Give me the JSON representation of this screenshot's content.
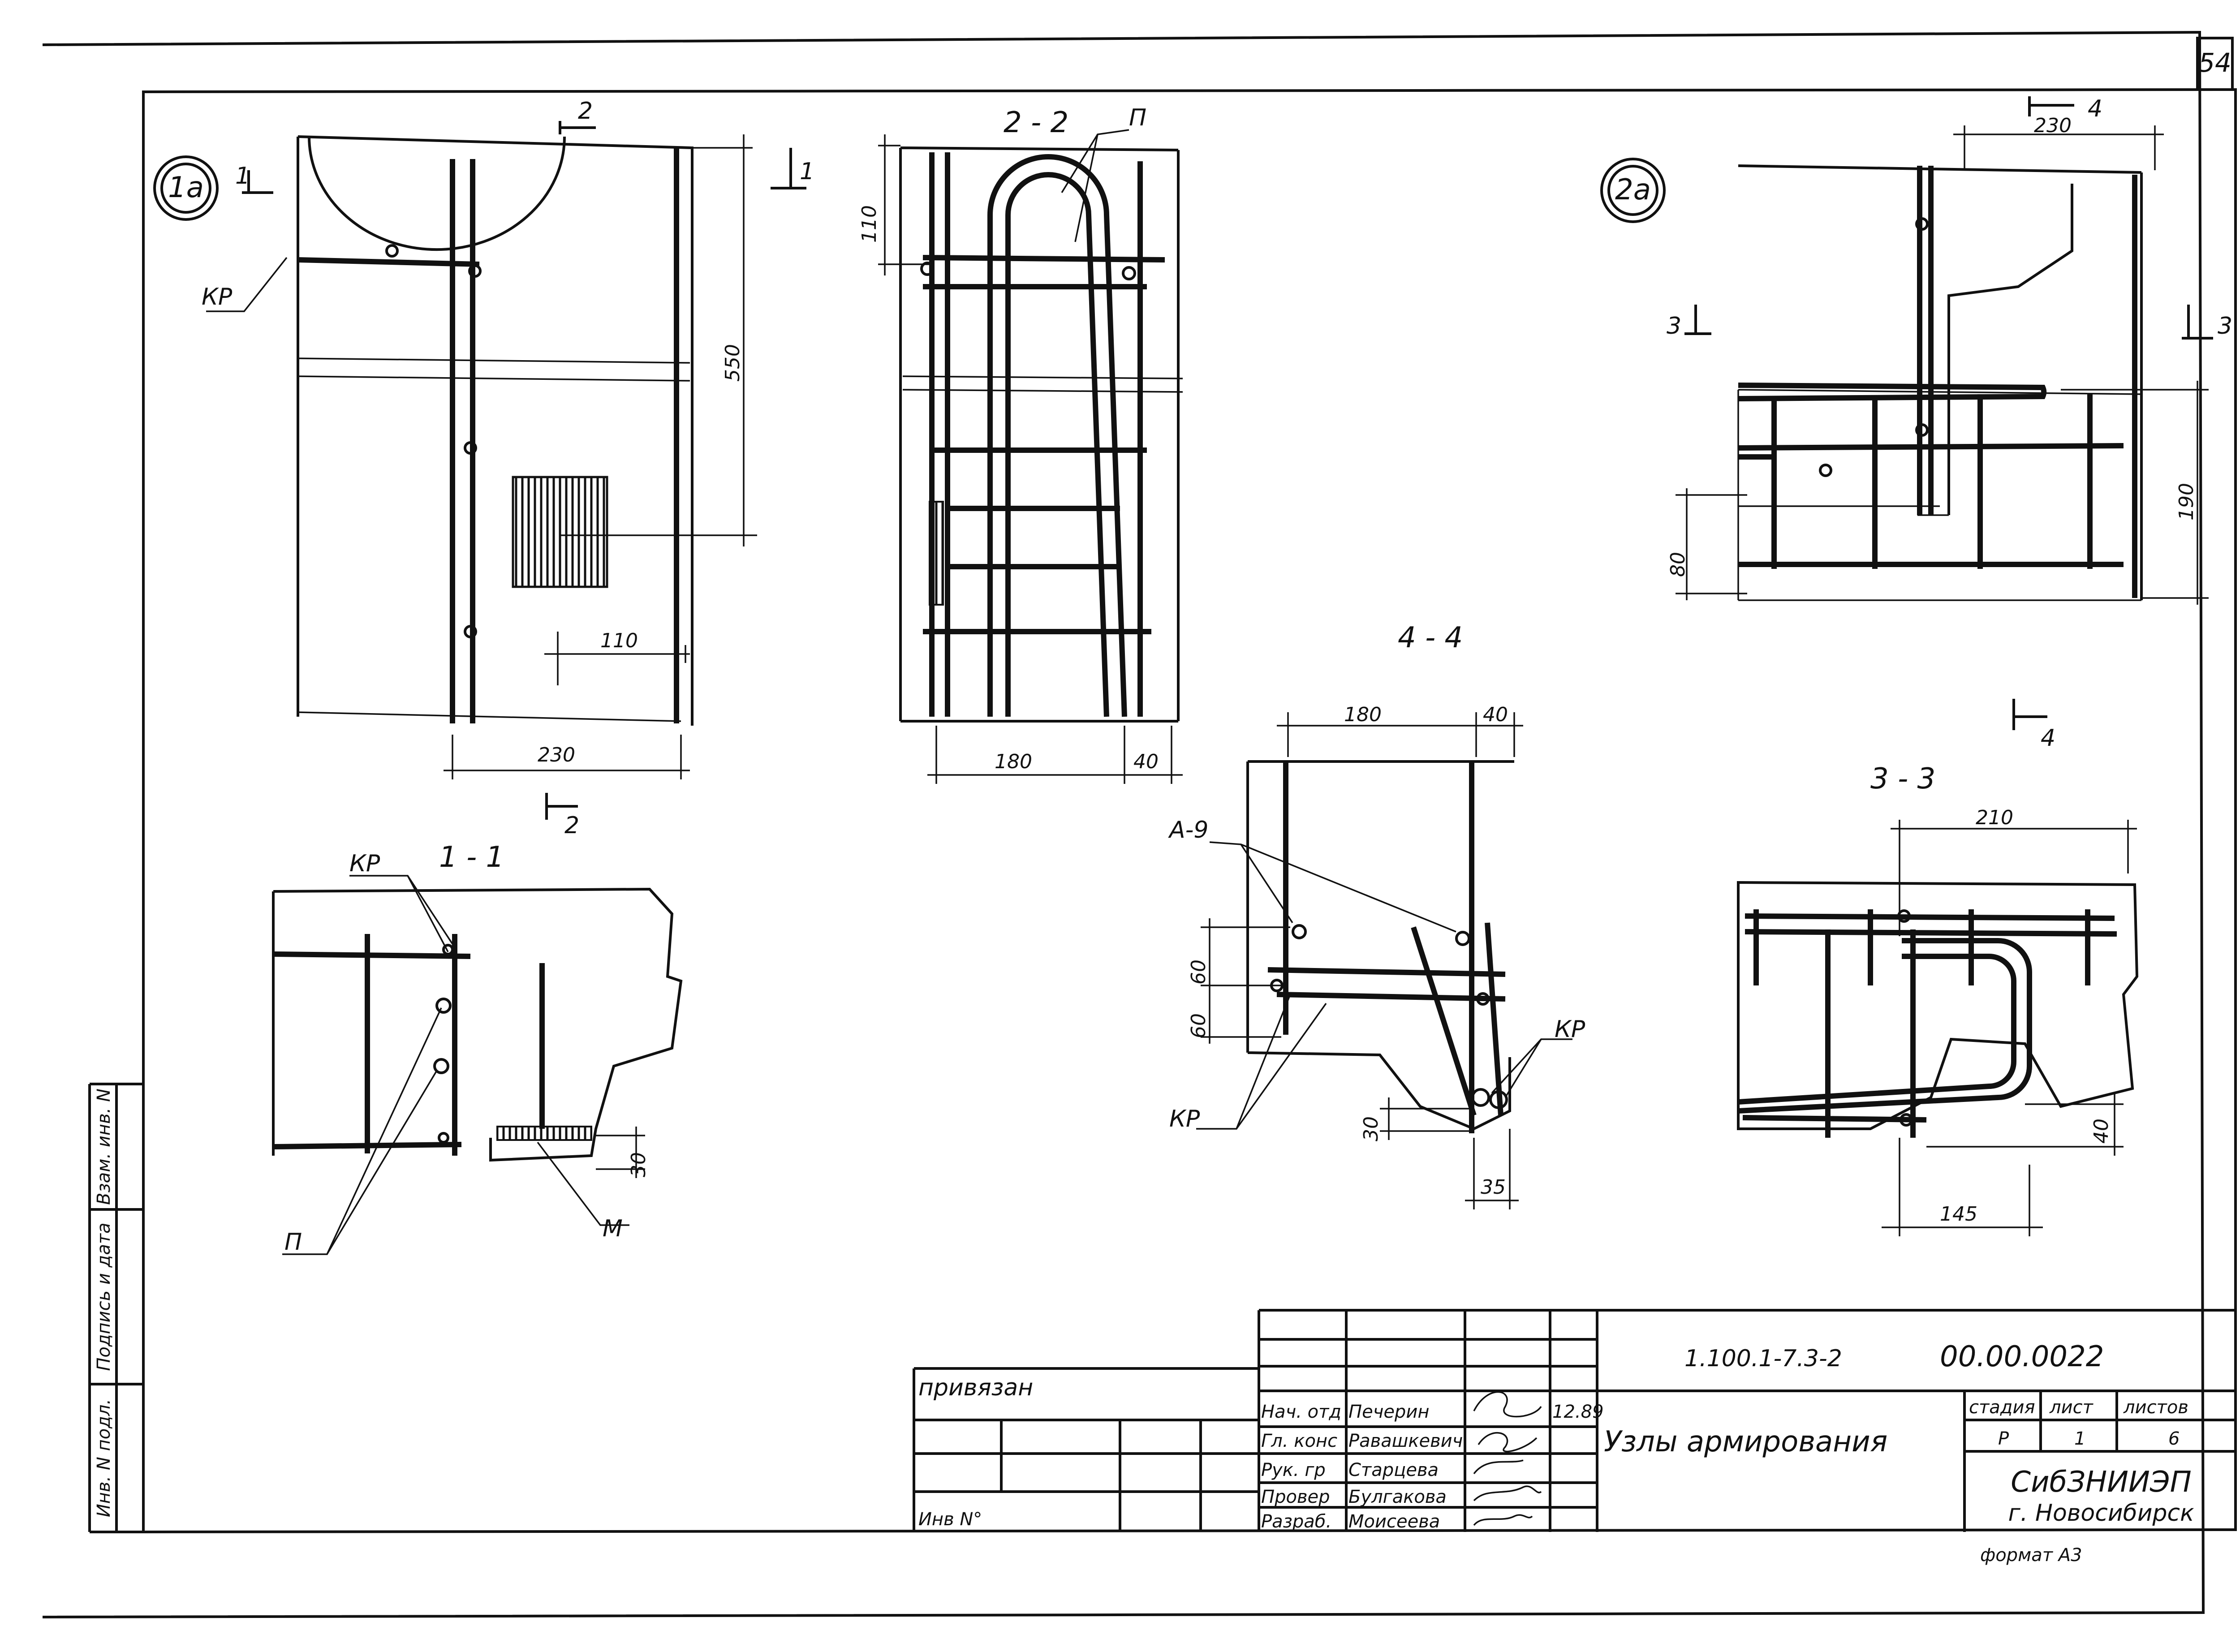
{
  "sheet": {
    "page_number": "54"
  },
  "views": {
    "node_1a": {
      "badge": "1а",
      "section_1": "1",
      "section_1b": "1",
      "section_2": "2",
      "section_2b": "2",
      "label_kr": "КР",
      "dim_550": "550",
      "dim_110": "110",
      "dim_230": "230"
    },
    "section_2_2": {
      "title": "2 - 2",
      "label_p": "П",
      "dim_110": "110",
      "dim_180": "180",
      "dim_40": "40"
    },
    "node_2a": {
      "badge": "2а",
      "section_4": "4",
      "section_4b": "4",
      "section_3": "3",
      "section_3b": "3",
      "dim_230": "230",
      "dim_80": "80",
      "dim_190": "190"
    },
    "section_4_4": {
      "title": "4 - 4",
      "label_a9": "А-9",
      "label_kr_left": "КР",
      "label_kr_right": "КР",
      "dim_180": "180",
      "dim_40": "40",
      "dim_60a": "60",
      "dim_60b": "60",
      "dim_30": "30",
      "dim_35": "35"
    },
    "section_1_1": {
      "title": "1 - 1",
      "label_kr": "КР",
      "label_p": "П",
      "label_m": "М",
      "dim_30": "30"
    },
    "section_3_3": {
      "title": "3 - 3",
      "dim_210": "210",
      "dim_40": "40",
      "dim_145": "145"
    }
  },
  "side_stamp": {
    "col1": "Инв. N подл.",
    "col2": "Подпись и дата",
    "col3": "Взам. инв. N"
  },
  "title_block": {
    "bound_label": "привязан",
    "inv_label": "Инв N°",
    "rows": [
      {
        "role": "Нач. отд",
        "name": "Печерин"
      },
      {
        "role": "Гл. конс",
        "name": "Равашкевич"
      },
      {
        "role": "Рук. гр",
        "name": "Старцева"
      },
      {
        "role": "Провер",
        "name": "Булгакова"
      },
      {
        "role": "Разраб.",
        "name": "Моисеева"
      }
    ],
    "date": "12.89",
    "series_code": "1.100.1-7.3-2",
    "doc_code": "00.00.0022",
    "drawing_title": "Узлы армирования",
    "stage_header": "стадия",
    "sheet_header": "лист",
    "sheets_header": "листов",
    "stage": "Р",
    "sheet": "1",
    "sheets": "6",
    "org_name": "СибЗНИИЭП",
    "org_city": "г. Новосибирск",
    "format": "формат А3"
  }
}
